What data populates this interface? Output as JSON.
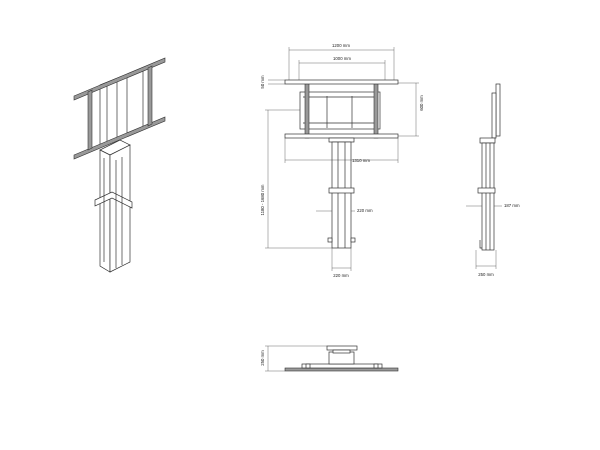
{
  "drawing": {
    "title": "Motorized TV lift column – dimension drawing",
    "front_view": {
      "width_outer": "1200 mm",
      "width_inner": "1000 mm",
      "bar_height": "50 mm",
      "vesa_height": "600 mm",
      "overall_width": "1310 mm",
      "height_range": "1180 - 1680 mm",
      "column_width_mid": "220 mm",
      "column_width_base": "220 mm"
    },
    "side_view": {
      "column_depth": "187 mm",
      "base_depth": "250 mm"
    },
    "top_view": {
      "depth": "250 mm"
    }
  }
}
